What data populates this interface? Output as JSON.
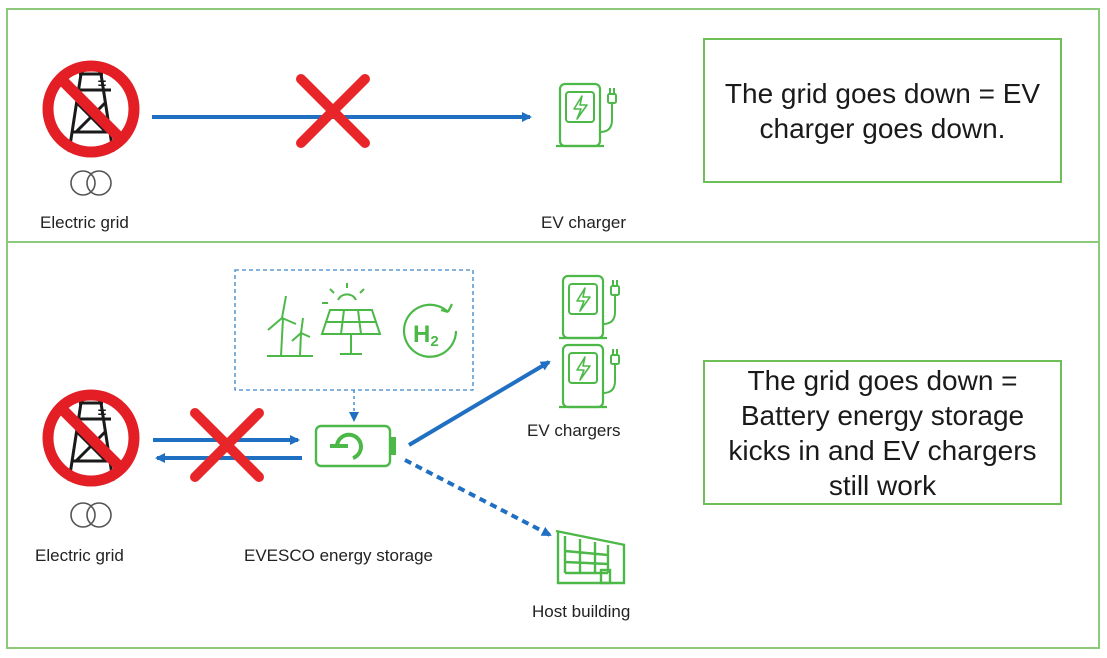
{
  "top_panel": {
    "grid_label": "Electric grid",
    "charger_label": "EV charger",
    "message": "The grid goes down = EV charger goes down."
  },
  "bottom_panel": {
    "grid_label": "Electric grid",
    "storage_label": "EVESCO energy storage",
    "chargers_label": "EV chargers",
    "building_label": "Host building",
    "hydrogen_text": "H2",
    "message": "The grid goes down = Battery energy storage kicks in and EV chargers still work"
  },
  "colors": {
    "panel_border": "#8dc97a",
    "icon_green": "#4cb848",
    "arrow_blue": "#1f6fc2",
    "cross_red": "#e8262a",
    "prohibit_red": "#e31e24"
  },
  "icons": [
    "prohibited-power-pylon-icon",
    "transformer-icon",
    "ev-charger-icon",
    "wind-turbine-icon",
    "solar-panel-icon",
    "hydrogen-icon",
    "battery-icon",
    "building-icon"
  ]
}
